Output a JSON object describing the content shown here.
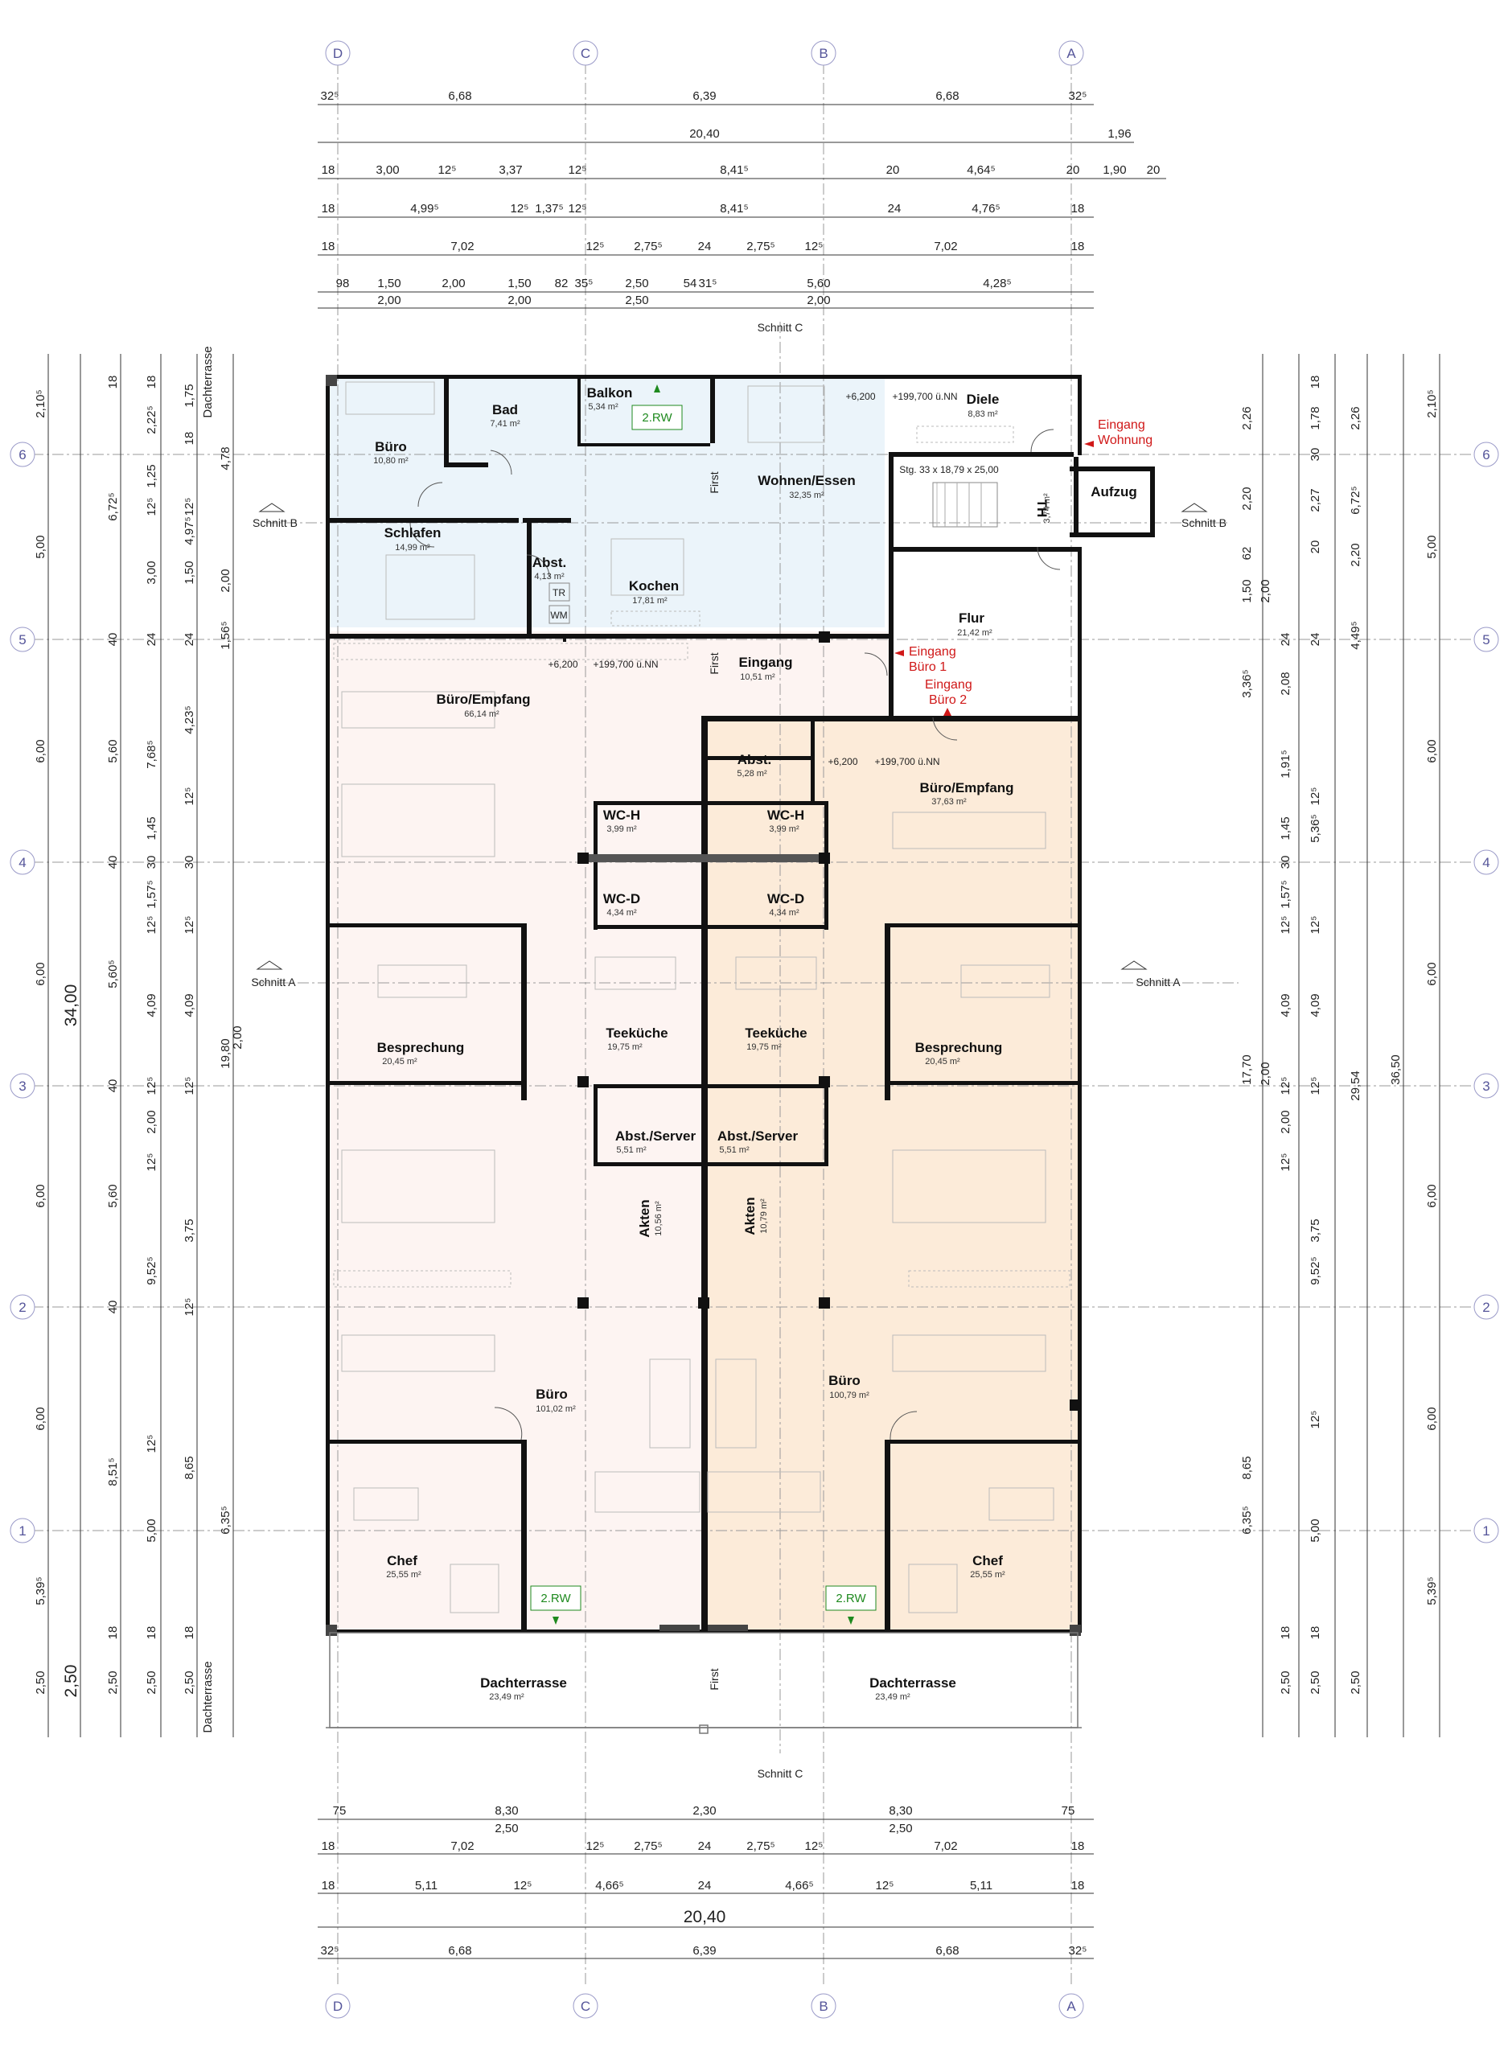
{
  "axes_top": [
    "D",
    "C",
    "B",
    "A"
  ],
  "axes_side": [
    "6",
    "5",
    "4",
    "3",
    "2",
    "1"
  ],
  "dims_top": {
    "r1": [
      "32⁵",
      "6,68",
      "6,39",
      "6,68",
      "32⁵"
    ],
    "r2": [
      "20,40",
      "1,96"
    ],
    "r3": [
      "18",
      "3,00",
      "12⁵",
      "3,37",
      "12⁵",
      "8,41⁵",
      "20",
      "4,64⁵",
      "20",
      "1,90",
      "20"
    ],
    "r4": [
      "18",
      "4,99⁵",
      "12⁵",
      "1,37⁵",
      "12⁵",
      "8,41⁵",
      "24",
      "4,76⁵",
      "18"
    ],
    "r5": [
      "18",
      "7,02",
      "12⁵",
      "2,75⁵",
      "24",
      "2,75⁵",
      "12⁵",
      "7,02",
      "18"
    ],
    "r6": [
      "98",
      "1,50",
      "2,00",
      "1,50",
      "82",
      "35⁵",
      "2,50",
      "54",
      "31⁵",
      "5,60",
      "4,28⁵"
    ],
    "r7": [
      "2,00",
      "2,00",
      "2,50",
      "2,00"
    ]
  },
  "dims_bottom": {
    "r1": [
      "75",
      "8,30",
      "2,30",
      "8,30",
      "75"
    ],
    "r2": [
      "2,50",
      "2,50"
    ],
    "r3": [
      "18",
      "7,02",
      "12⁵",
      "2,75⁵",
      "24",
      "2,75⁵",
      "12⁵",
      "7,02",
      "18"
    ],
    "r4": [
      "18",
      "5,11",
      "12⁵",
      "4,66⁵",
      "24",
      "4,66⁵",
      "12⁵",
      "5,11",
      "18"
    ],
    "r5": [
      "20,40"
    ],
    "r6": [
      "32⁵",
      "6,68",
      "6,39",
      "6,68",
      "32⁵"
    ]
  },
  "dims_left": {
    "c1": [
      "2,10⁵",
      "5,00",
      "6,00",
      "6,00",
      "6,00",
      "6,00",
      "5,39⁵",
      "2,50"
    ],
    "c2": [
      "34,00",
      "2,50"
    ],
    "c3": [
      "18",
      "6,72⁵",
      "40",
      "5,60",
      "40",
      "5,60⁵",
      "40",
      "5,60",
      "40",
      "8,51⁵",
      "18",
      "2,50"
    ],
    "c4": [
      "18",
      "2,22⁵",
      "1,25",
      "12⁵",
      "3,00",
      "24",
      "7,68⁵",
      "1,45",
      "30",
      "1,57⁵",
      "12⁵",
      "4,09",
      "12⁵",
      "2,00",
      "12⁵",
      "9,52⁵",
      "12⁵",
      "5,00",
      "18",
      "2,50"
    ],
    "c5": [
      "1,75",
      "18",
      "4,97⁵",
      "12⁵",
      "1,50",
      "24",
      "4,23⁵",
      "12⁵",
      "30",
      "12⁵",
      "4,09",
      "12⁵",
      "3,75",
      "12⁵",
      "8,65",
      "18",
      "2,50"
    ],
    "c6": [
      "Dachterrasse",
      "4,78",
      "2,00",
      "1,56⁵",
      "19,80",
      "2,00",
      "6,35⁵",
      "Dachterrasse"
    ]
  },
  "dims_right": {
    "c1": [
      "2,26",
      "2,20",
      "62",
      "1,50",
      "3,36⁵",
      "24",
      "1,91⁵",
      "1,45",
      "30",
      "1,57⁵",
      "12⁵",
      "4,09",
      "12⁵",
      "2,00",
      "12⁵",
      "8,65",
      "6,35⁵",
      "18",
      "2,50"
    ],
    "c2": [
      "2,00",
      "2,08",
      "17,70",
      "2,00"
    ],
    "c3": [
      "18",
      "1,78",
      "30",
      "2,27",
      "20",
      "24",
      "12⁵",
      "5,36⁵",
      "12⁵",
      "4,09",
      "12⁵",
      "3,75",
      "9,52⁵",
      "12⁵",
      "5,00",
      "18",
      "2,50"
    ],
    "c4": [
      "2,26",
      "6,72⁵",
      "2,20",
      "4,49⁵",
      "29,54",
      "2,50"
    ],
    "c5": [
      "36,50"
    ],
    "c6": [
      "2,10⁵",
      "5,00",
      "6,00",
      "6,00",
      "6,00",
      "6,00",
      "5,39⁵"
    ]
  },
  "sections": {
    "c": "Schnitt C",
    "b": "Schnitt B",
    "a": "Schnitt A"
  },
  "rooms": [
    {
      "name": "Büro",
      "area": "10,80 m²"
    },
    {
      "name": "Bad",
      "area": "7,41 m²"
    },
    {
      "name": "Balkon",
      "area": "5,34 m²"
    },
    {
      "name": "Wohnen/Essen",
      "area": "32,35 m²"
    },
    {
      "name": "Diele",
      "area": "8,83 m²"
    },
    {
      "name": "Schlafen",
      "area": "14,99 m²"
    },
    {
      "name": "Abst.",
      "area": "4,13 m²"
    },
    {
      "name": "Kochen",
      "area": "17,81 m²"
    },
    {
      "name": "Flur",
      "area": "21,42 m²"
    },
    {
      "name": "Aufzug",
      "area": ""
    },
    {
      "name": "TH",
      "area": "3,74 m²"
    },
    {
      "name": "Büro/Empfang",
      "area": "66,14 m²"
    },
    {
      "name": "Eingang",
      "area": "10,51 m²"
    },
    {
      "name": "Abst.",
      "area": "5,28 m²"
    },
    {
      "name": "Büro/Empfang",
      "area": "37,63 m²"
    },
    {
      "name": "WC-H",
      "area": "3,99 m²"
    },
    {
      "name": "WC-H",
      "area": "3,99 m²"
    },
    {
      "name": "WC-D",
      "area": "4,34 m²"
    },
    {
      "name": "WC-D",
      "area": "4,34 m²"
    },
    {
      "name": "Besprechung",
      "area": "20,45 m²"
    },
    {
      "name": "Teeküche",
      "area": "19,75 m²"
    },
    {
      "name": "Teeküche",
      "area": "19,75 m²"
    },
    {
      "name": "Besprechung",
      "area": "20,45 m²"
    },
    {
      "name": "Abst./Server",
      "area": "5,51 m²"
    },
    {
      "name": "Abst./Server",
      "area": "5,51 m²"
    },
    {
      "name": "Akten",
      "area": "10,56 m²"
    },
    {
      "name": "Akten",
      "area": "10,79 m²"
    },
    {
      "name": "Büro",
      "area": "101,02 m²"
    },
    {
      "name": "Büro",
      "area": "100,79 m²"
    },
    {
      "name": "Chef",
      "area": "25,55 m²"
    },
    {
      "name": "Chef",
      "area": "25,55 m²"
    },
    {
      "name": "Dachterrasse",
      "area": "23,49 m²"
    },
    {
      "name": "Dachterrasse",
      "area": "23,49 m²"
    }
  ],
  "labels": {
    "first": "First",
    "rw": "2.RW",
    "stair": "Stg. 33 x 18,79 x 25,00",
    "lvl_a": "+6,200",
    "lvl_b": "+199,700 ü.NN",
    "tr": "TR",
    "wm": "WM"
  },
  "entrances": {
    "wohnung_1": "Eingang",
    "wohnung_2": "Wohnung",
    "buero1_1": "Eingang",
    "buero1_2": "Büro 1",
    "buero2_1": "Eingang",
    "buero2_2": "Büro 2"
  },
  "colors": {
    "apartment": "#ebf4fa",
    "office_left": "#fdf4f2",
    "office_right": "#fcebd9",
    "wall": "#111111",
    "axis": "#55559a",
    "entrance": "#d01818",
    "rw": "#1f8a1f"
  }
}
